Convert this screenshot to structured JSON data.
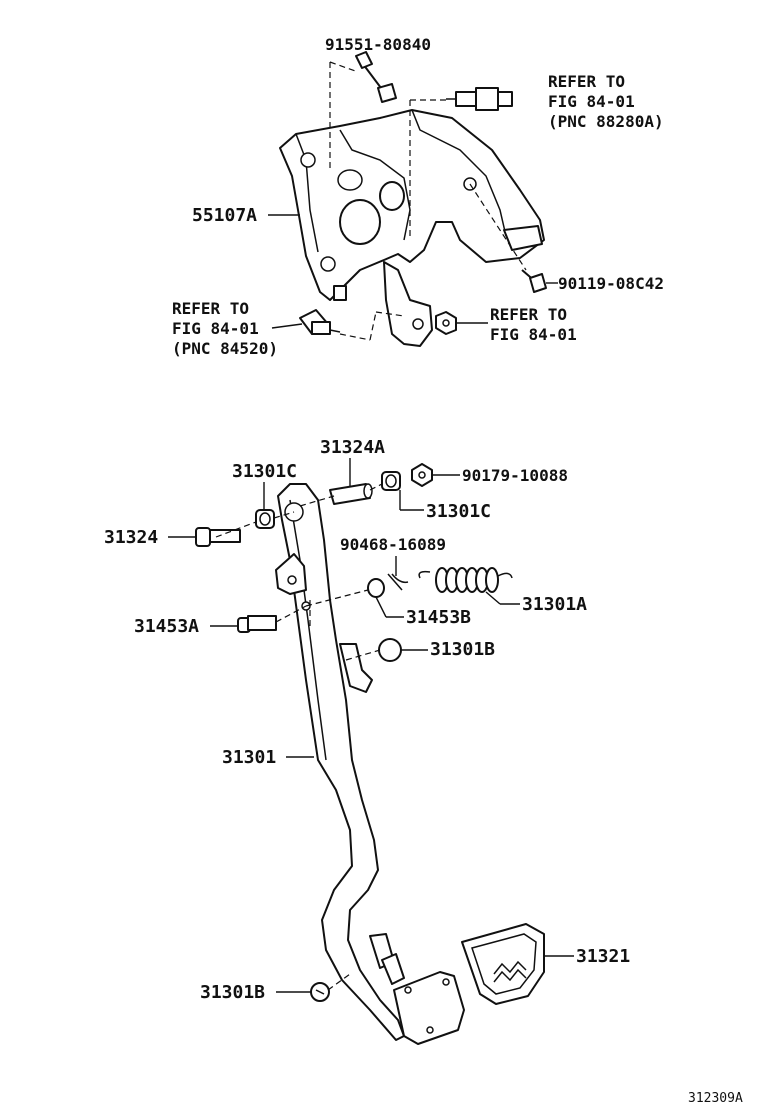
{
  "labels": {
    "p1": "91551-80840",
    "p2_line1": "REFER TO",
    "p2_line2": "FIG 84-01",
    "p2_line3": "(PNC 88280A)",
    "p3": "55107A",
    "p4": "90119-08C42",
    "p5_line1": "REFER TO",
    "p5_line2": "FIG 84-01",
    "p5_line3": "(PNC 84520)",
    "p6_line1": "REFER TO",
    "p6_line2": "FIG 84-01",
    "p7": "31324A",
    "p8": "31301C",
    "p9": "90179-10088",
    "p10": "31301C",
    "p11": "31324",
    "p12": "90468-16089",
    "p13": "31301A",
    "p14": "31453B",
    "p15": "31453A",
    "p16": "31301B",
    "p17": "31301",
    "p18": "31321",
    "p19": "31301B"
  },
  "figure_id": "312309A"
}
